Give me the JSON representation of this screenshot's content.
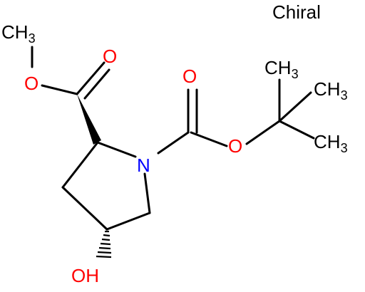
{
  "diagram": {
    "chirality_label": "Chiral",
    "atoms": {
      "methyl_ester_ch3": {
        "main": "CH",
        "sub": "3"
      },
      "ester_o_single": "O",
      "ester_o_double": "O",
      "nitrogen": "N",
      "carbamate_o_double": "O",
      "carbamate_o_single": "O",
      "tbu_ch3_top": {
        "main": "CH",
        "sub": "3"
      },
      "tbu_ch3_mid": {
        "main": "CH",
        "sub": "3"
      },
      "tbu_ch3_bottom": {
        "main": "CH",
        "sub": "3"
      },
      "hydroxyl": "OH"
    },
    "colors": {
      "bond": "#000000",
      "oxygen": "#ff0000",
      "nitrogen": "#0000ff",
      "carbon_label": "#000000"
    }
  }
}
